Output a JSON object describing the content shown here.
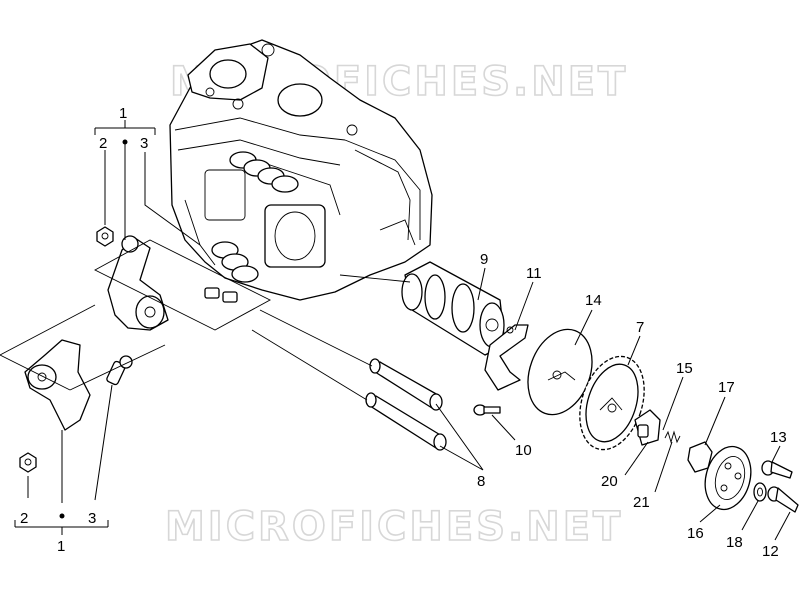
{
  "watermark": {
    "top": "MICROFICHES.NET",
    "bottom": "MICROFICHES.NET"
  },
  "callouts": {
    "c1_top": "1",
    "c2_top": "2",
    "c3_top": "3",
    "c1_bottom": "1",
    "c2_bottom": "2",
    "c3_bottom": "3",
    "c7": "7",
    "c8": "8",
    "c9": "9",
    "c10": "10",
    "c11": "11",
    "c12": "12",
    "c13": "13",
    "c14": "14",
    "c15": "15",
    "c16": "16",
    "c17": "17",
    "c18": "18",
    "c20": "20",
    "c21": "21"
  }
}
